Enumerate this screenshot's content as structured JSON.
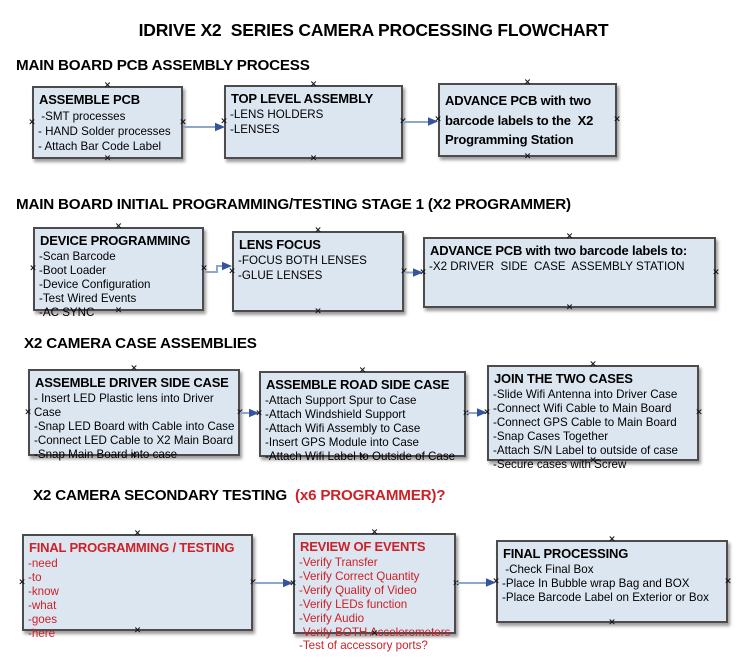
{
  "page_title": "IDRIVE X2  SERIES CAMERA PROCESSING FLOWCHART",
  "colors": {
    "box_fill": "#dce6f1",
    "box_border": "#4c4c4c",
    "red_text": "#cc2128",
    "arrow_line": "#8ea6c8",
    "arrow_head": "#35549e"
  },
  "sections": [
    {
      "header": "MAIN BOARD PCB ASSEMBLY PROCESS",
      "boxes": [
        {
          "title": "ASSEMBLE PCB",
          "items": [
            " -SMT processes",
            "- HAND Solder processes",
            "- Attach Bar Code Label"
          ]
        },
        {
          "title": "TOP LEVEL ASSEMBLY",
          "items": [
            "-LENS HOLDERS",
            "-LENSES"
          ]
        },
        {
          "title": "ADVANCE PCB with two barcode labels to the  X2 Programming Station",
          "items": []
        }
      ]
    },
    {
      "header": "MAIN BOARD INITIAL PROGRAMMING/TESTING STAGE 1 (X2 PROGRAMMER)",
      "boxes": [
        {
          "title": "DEVICE PROGRAMMING",
          "items": [
            "-Scan Barcode",
            "-Boot Loader",
            "-Device Configuration",
            "-Test Wired Events",
            "-AC SYNC"
          ]
        },
        {
          "title": "LENS FOCUS",
          "items": [
            "-FOCUS BOTH LENSES",
            "-GLUE LENSES"
          ]
        },
        {
          "title": "ADVANCE PCB with two barcode labels to:",
          "items": [
            "-X2 DRIVER  SIDE  CASE  ASSEMBLY STATION"
          ]
        }
      ]
    },
    {
      "header": "X2 CAMERA CASE ASSEMBLIES",
      "boxes": [
        {
          "title": "ASSEMBLE DRIVER SIDE CASE",
          "items": [
            "- Insert LED Plastic lens into Driver Case",
            "-Snap LED Board with Cable into Case",
            "-Connect LED Cable to X2 Main Board",
            "-Snap Main Board into case"
          ]
        },
        {
          "title": "ASSEMBLE ROAD SIDE CASE",
          "items": [
            "-Attach Support Spur to Case",
            "-Attach Windshield Support",
            "-Attach Wifi Assembly to Case",
            "-Insert GPS Module into Case",
            "-Attach Wifi Label to Outside of Case"
          ]
        },
        {
          "title": "JOIN THE TWO CASES",
          "items": [
            "-Slide Wifi Antenna into Driver Case",
            "-Connect Wifi Cable to Main Board",
            "-Connect GPS Cable to Main Board",
            "-Snap Cases Together",
            "-Attach S/N Label to outside of case",
            "-Secure cases with Screw"
          ]
        }
      ]
    },
    {
      "header": "X2 CAMERA SECONDARY TESTING  ",
      "header_red": "(x6 PROGRAMMER)?",
      "boxes": [
        {
          "title": "FINAL PROGRAMMING / TESTING",
          "items": [
            "-need",
            "-to",
            "-know",
            "-what",
            "-goes",
            "-here"
          ],
          "text_color": "#cc2128"
        },
        {
          "title": "REVIEW OF EVENTS",
          "items": [
            "-Verify Transfer",
            "-Verify Correct Quantity",
            "-Verify Quality of Video",
            "-Verify LEDs function",
            "-Verify Audio",
            "-Verify BOTH Accelerometers",
            "-Test of accessory ports?"
          ],
          "text_color": "#cc2128"
        },
        {
          "title": "FINAL PROCESSING",
          "items": [
            " -Check Final Box",
            "-Place In Bubble wrap Bag and BOX",
            "-Place Barcode Label on Exterior or Box"
          ]
        }
      ]
    }
  ]
}
